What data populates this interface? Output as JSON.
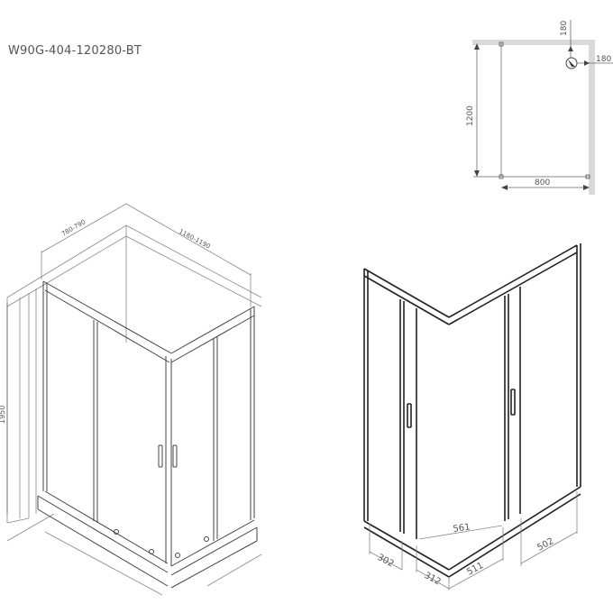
{
  "title": "W90G-404-120280-BT",
  "plan_view": {
    "width_label": "800",
    "depth_label": "1200",
    "offset_top_label": "180",
    "offset_side_label": "180",
    "icon": "shower-drain-icon"
  },
  "iso_view": {
    "width_label": "780-790",
    "length_label": "1180-1190",
    "height_label": "1950"
  },
  "open_view": {
    "dims": {
      "a": "302",
      "b": "312",
      "c": "511",
      "d": "502",
      "diagonal": "561"
    }
  },
  "colors": {
    "line": "#333333",
    "dim_line": "#777777",
    "wall": "#d9d9d9"
  }
}
